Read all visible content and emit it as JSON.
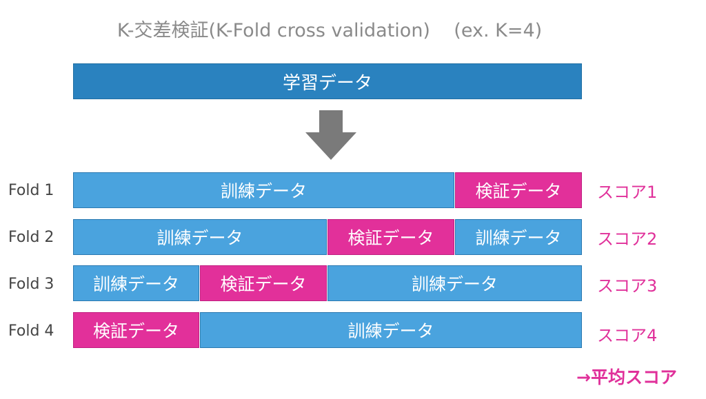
{
  "title": "K-交差検証(K-Fold cross validation)    (ex. K=4)",
  "training_data_label": "学習データ",
  "folds": [
    {
      "label": "Fold 1",
      "score": "スコア1",
      "segments": [
        "訓練データ",
        "検証データ"
      ]
    },
    {
      "label": "Fold 2",
      "score": "スコア2",
      "segments": [
        "訓練データ",
        "検証データ",
        "訓練データ"
      ]
    },
    {
      "label": "Fold 3",
      "score": "スコア3",
      "segments": [
        "訓練データ",
        "検証データ",
        "訓練データ"
      ]
    },
    {
      "label": "Fold 4",
      "score": "スコア4",
      "segments": [
        "検証データ",
        "訓練データ"
      ]
    }
  ],
  "average_label": "→平均スコア",
  "colors": {
    "train": "#4aa3de",
    "validation": "#e2309a",
    "full": "#2a82bf",
    "arrow": "#7a7a7a",
    "accent": "#e0309a"
  }
}
